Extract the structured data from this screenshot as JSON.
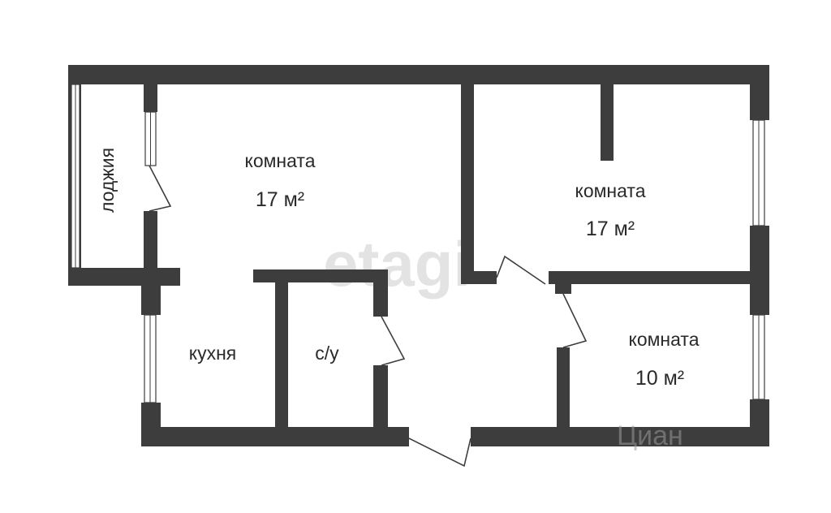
{
  "rooms": [
    {
      "key": "living_left",
      "name": "комната",
      "area": "17 м²"
    },
    {
      "key": "room_right_top",
      "name": "комната",
      "area": "17 м²"
    },
    {
      "key": "room_right_bottom",
      "name": "комната",
      "area": "10 м²"
    },
    {
      "key": "kitchen",
      "name": "кухня",
      "area": ""
    },
    {
      "key": "bathroom",
      "name": "с/у",
      "area": ""
    },
    {
      "key": "loggia",
      "name": "лоджия",
      "area": ""
    }
  ],
  "watermarks": {
    "center": "etagi",
    "corner": "Циан"
  },
  "colors": {
    "wall": "#3d3d3d",
    "background": "#ffffff",
    "text": "#2a2a2a"
  }
}
